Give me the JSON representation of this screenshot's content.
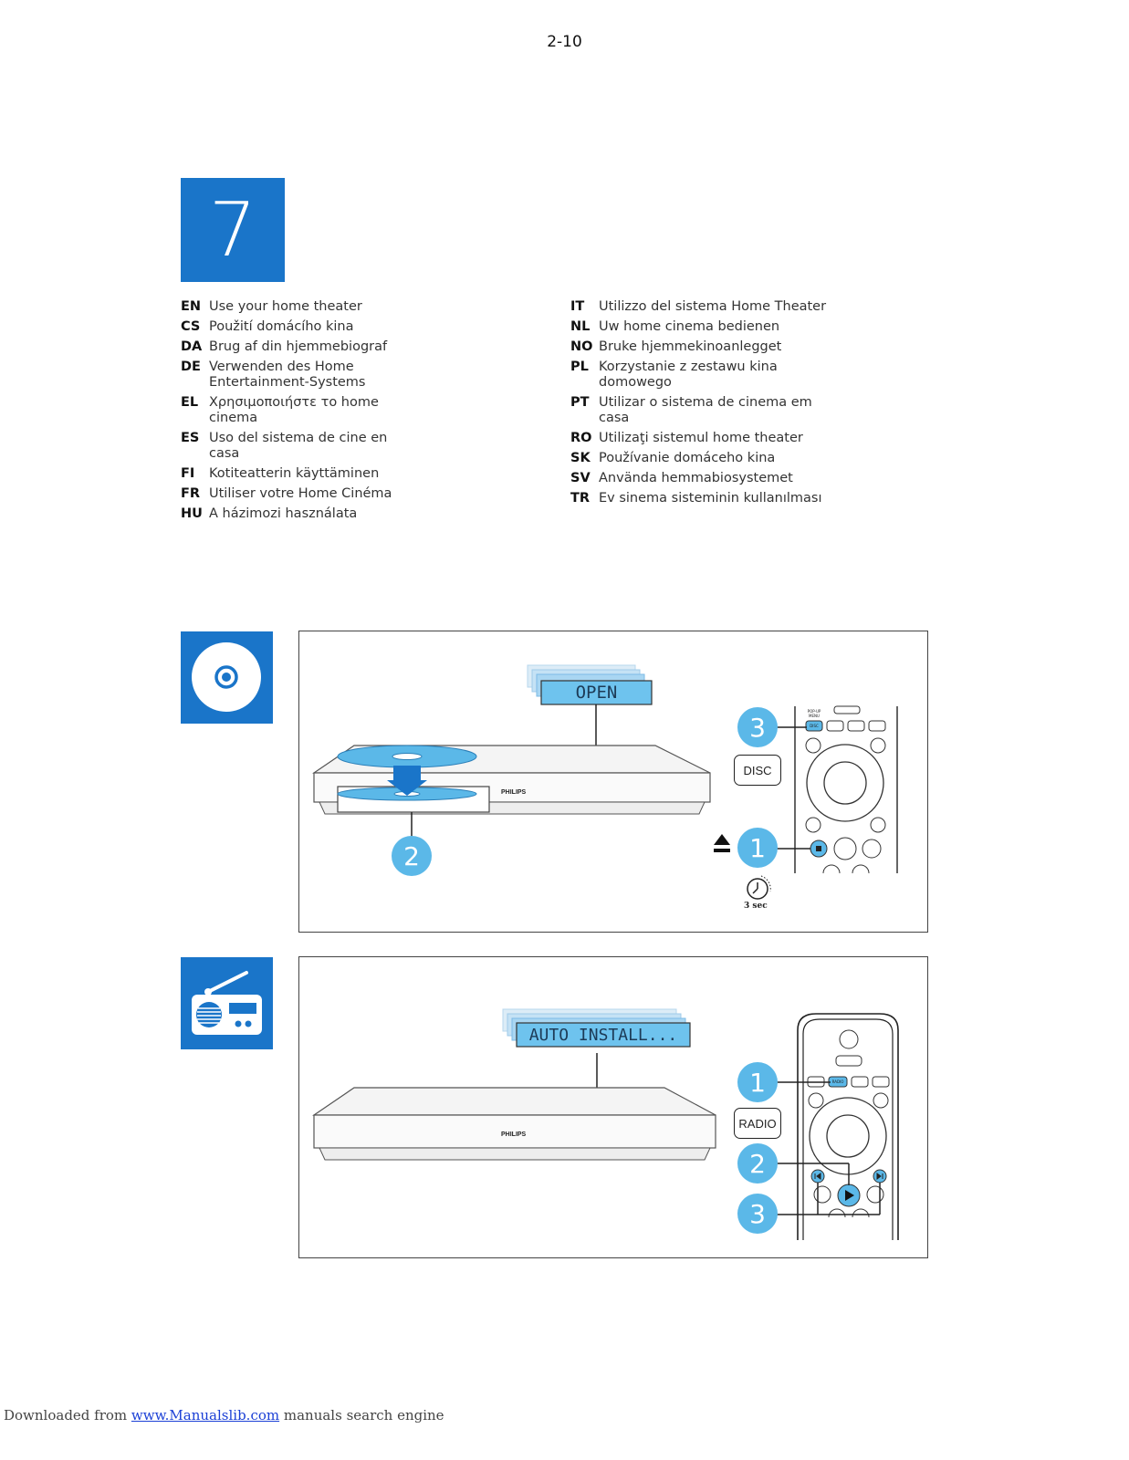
{
  "page_number": "2-10",
  "step": {
    "number": "7"
  },
  "languages_left": [
    {
      "code": "EN",
      "text": "Use your home theater"
    },
    {
      "code": "CS",
      "text": "Použití domácího kina"
    },
    {
      "code": "DA",
      "text": "Brug af din hjemmebiograf"
    },
    {
      "code": "DE",
      "text": "Verwenden des Home Entertainment-Systems"
    },
    {
      "code": "EL",
      "text": "Χρησιμοποιήστε το home cinema"
    },
    {
      "code": "ES",
      "text": "Uso del sistema de cine en casa"
    },
    {
      "code": "FI",
      "text": "Kotiteatterin käyttäminen"
    },
    {
      "code": "FR",
      "text": "Utiliser votre Home Cinéma"
    },
    {
      "code": "HU",
      "text": "A házimozi használata"
    }
  ],
  "languages_right": [
    {
      "code": "IT",
      "text": "Utilizzo del sistema Home Theater"
    },
    {
      "code": "NL",
      "text": "Uw home cinema bedienen"
    },
    {
      "code": "NO",
      "text": "Bruke hjemmekinoanlegget"
    },
    {
      "code": "PL",
      "text": "Korzystanie z zestawu kina domowego"
    },
    {
      "code": "PT",
      "text": "Utilizar o sistema de cinema em casa"
    },
    {
      "code": "RO",
      "text": "Utilizaţi sistemul home theater"
    },
    {
      "code": "SK",
      "text": "Používanie domáceho kina"
    },
    {
      "code": "SV",
      "text": "Använda hemmabiosystemet"
    },
    {
      "code": "TR",
      "text": "Ev sinema sisteminin kullanılması"
    }
  ],
  "disc_panel": {
    "icon": "disc-icon",
    "display_text": "OPEN",
    "brand": "PHILIPS",
    "disc_button_label": "DISC",
    "remote_popup_label_1": "POP-UP",
    "remote_popup_label_2": "MENU",
    "remote_disc_small": "DISC",
    "step_1": "1",
    "step_2": "2",
    "step_3": "3",
    "timer_label": "3 sec",
    "eject_icon": "eject-icon",
    "timer_icon": "stopwatch-icon"
  },
  "radio_panel": {
    "icon": "radio-icon",
    "display_text": "AUTO INSTALL...",
    "brand": "PHILIPS",
    "radio_button_label": "RADIO",
    "remote_radio_small": "RADIO",
    "step_1": "1",
    "step_2": "2",
    "step_3": "3"
  },
  "footer": {
    "prefix": "Downloaded from ",
    "link": "www.Manualslib.com",
    "suffix": " manuals search engine"
  },
  "colors": {
    "accent_blue": "#1a75c9",
    "callout_blue": "#5bb8e8",
    "lcd_blue": "#6ec3ee"
  }
}
